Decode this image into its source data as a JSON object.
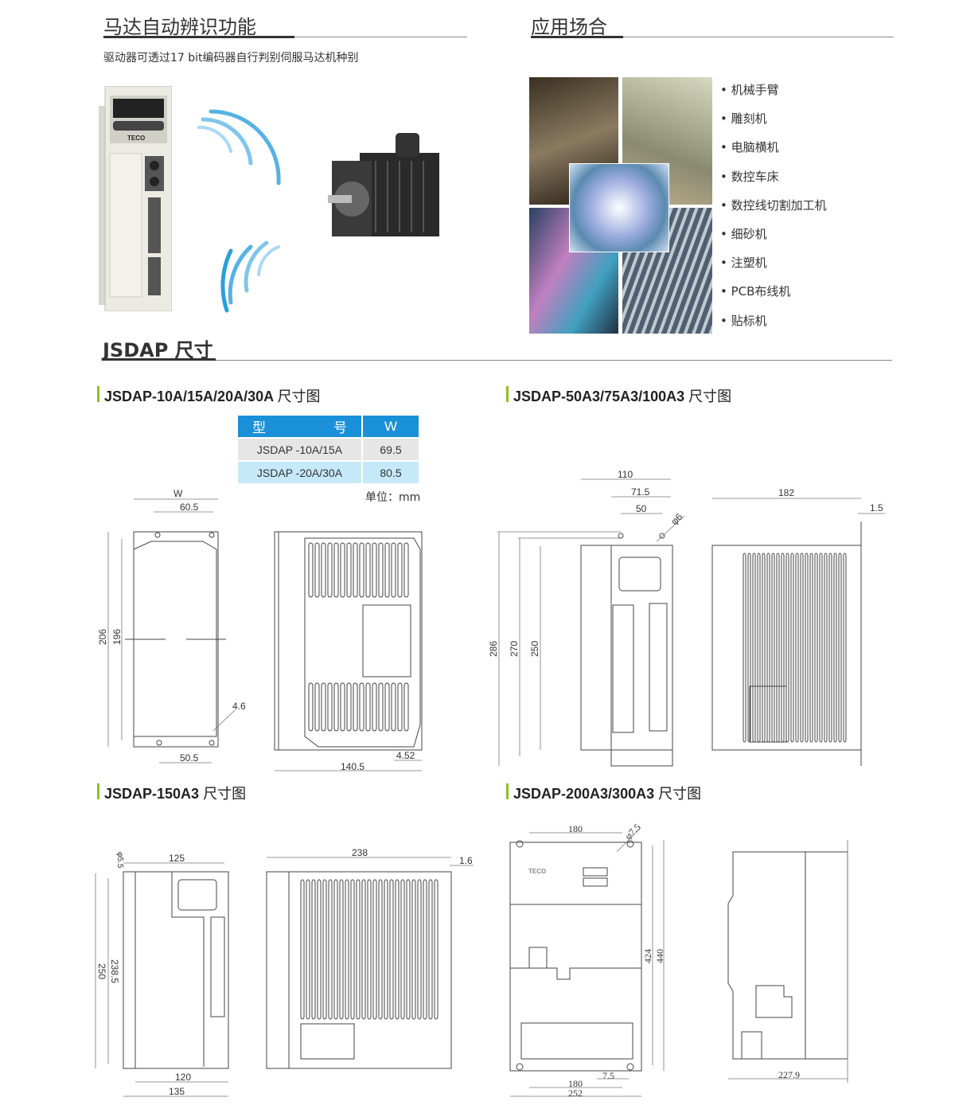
{
  "motor_id": {
    "title": "马达自动辨识功能",
    "desc": "驱动器可透过17 bit编码器自行判别伺服马达机种别",
    "drive_brand": "TECO"
  },
  "applications": {
    "title": "应用场合",
    "items": [
      "机械手臂",
      "雕刻机",
      "电脑横机",
      "数控车床",
      "数控线切割加工机",
      "细砂机",
      "注塑机",
      "PCB布线机",
      "贴标机"
    ]
  },
  "dimensions": {
    "title": "JSDAP 尺寸",
    "unit": "单位：mm",
    "a": {
      "model": "JSDAP-10A/15A/20A/30A",
      "suffix": "尺寸图",
      "table": {
        "headers": [
          "型　　　　　号",
          "W"
        ],
        "rows": [
          [
            "JSDAP -10A/15A",
            "69.5"
          ],
          [
            "JSDAP -20A/30A",
            "80.5"
          ]
        ]
      },
      "dims": {
        "w": "W",
        "d1": "60.5",
        "d2": "206",
        "d3": "196",
        "d4": "4.6",
        "d5": "50.5",
        "d6": "140.5",
        "d7": "4.52"
      }
    },
    "b": {
      "model": "JSDAP-50A3/75A3/100A3",
      "suffix": "尺寸图",
      "dims": {
        "d1": "110",
        "d2": "71.5",
        "d3": "50",
        "d4": "φ6",
        "d5": "286",
        "d6": "270",
        "d7": "250",
        "d8": "182",
        "d9": "1.5"
      }
    },
    "c": {
      "model": "JSDAP-150A3",
      "suffix": "尺寸图",
      "dims": {
        "d1": "125",
        "d2": "φ5.5",
        "d3": "250",
        "d4": "238.5",
        "d5": "120",
        "d6": "135",
        "d7": "238",
        "d8": "1.6"
      }
    },
    "d": {
      "model": "JSDAP-200A3/300A3",
      "suffix": "尺寸图",
      "dims": {
        "d1": "180",
        "d2": "φ7.5",
        "d3": "424",
        "d4": "440",
        "d5": "7.5",
        "d6": "180",
        "d7": "252",
        "d8": "227.9"
      }
    }
  },
  "colors": {
    "accent_blue": "#1a90d8",
    "green": "#8dc21f",
    "wave": "#2a9fdf"
  }
}
